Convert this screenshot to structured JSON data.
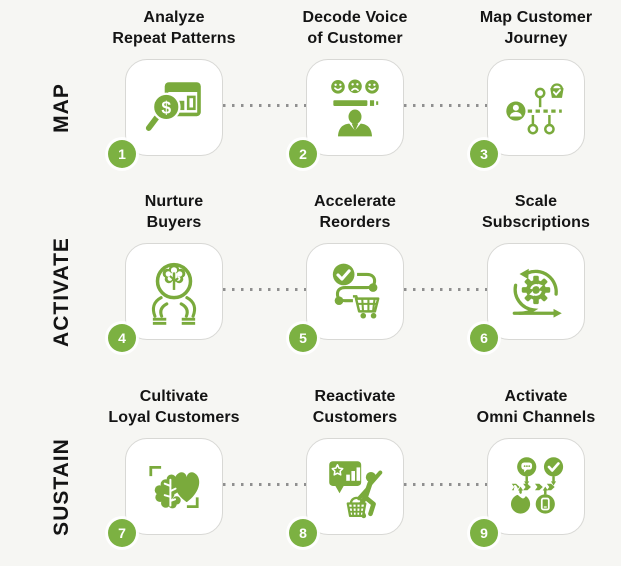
{
  "colors": {
    "green": "#7aaa3c",
    "badge_green": "#7cb142",
    "title": "#141414",
    "card_border": "#d8d8d5",
    "dot": "#8f8f8f",
    "background": "#f6f6f3"
  },
  "rows": [
    {
      "label": "MAP",
      "cards": [
        {
          "number": "1",
          "title_line1": "Analyze",
          "title_line2": "Repeat Patterns",
          "icon": "magnifier-dollar-chart"
        },
        {
          "number": "2",
          "title_line1": "Decode Voice",
          "title_line2": "of Customer",
          "icon": "feedback-faces-person"
        },
        {
          "number": "3",
          "title_line1": "Map Customer",
          "title_line2": "Journey",
          "icon": "journey-path-basket"
        }
      ]
    },
    {
      "label": "ACTIVATE",
      "cards": [
        {
          "number": "4",
          "title_line1": "Nurture",
          "title_line2": "Buyers",
          "icon": "hands-holding-tree"
        },
        {
          "number": "5",
          "title_line1": "Accelerate",
          "title_line2": "Reorders",
          "icon": "check-path-cart"
        },
        {
          "number": "6",
          "title_line1": "Scale",
          "title_line2": "Subscriptions",
          "icon": "gear-cycle-arrows"
        }
      ]
    },
    {
      "label": "SUSTAIN",
      "cards": [
        {
          "number": "7",
          "title_line1": "Cultivate",
          "title_line2": "Loyal Customers",
          "icon": "brain-heart"
        },
        {
          "number": "8",
          "title_line1": "Reactivate",
          "title_line2": "Customers",
          "icon": "review-bubble-person-basket"
        },
        {
          "number": "9",
          "title_line1": "Activate",
          "title_line2": "Omni Channels",
          "icon": "omni-channel-network"
        }
      ]
    }
  ]
}
